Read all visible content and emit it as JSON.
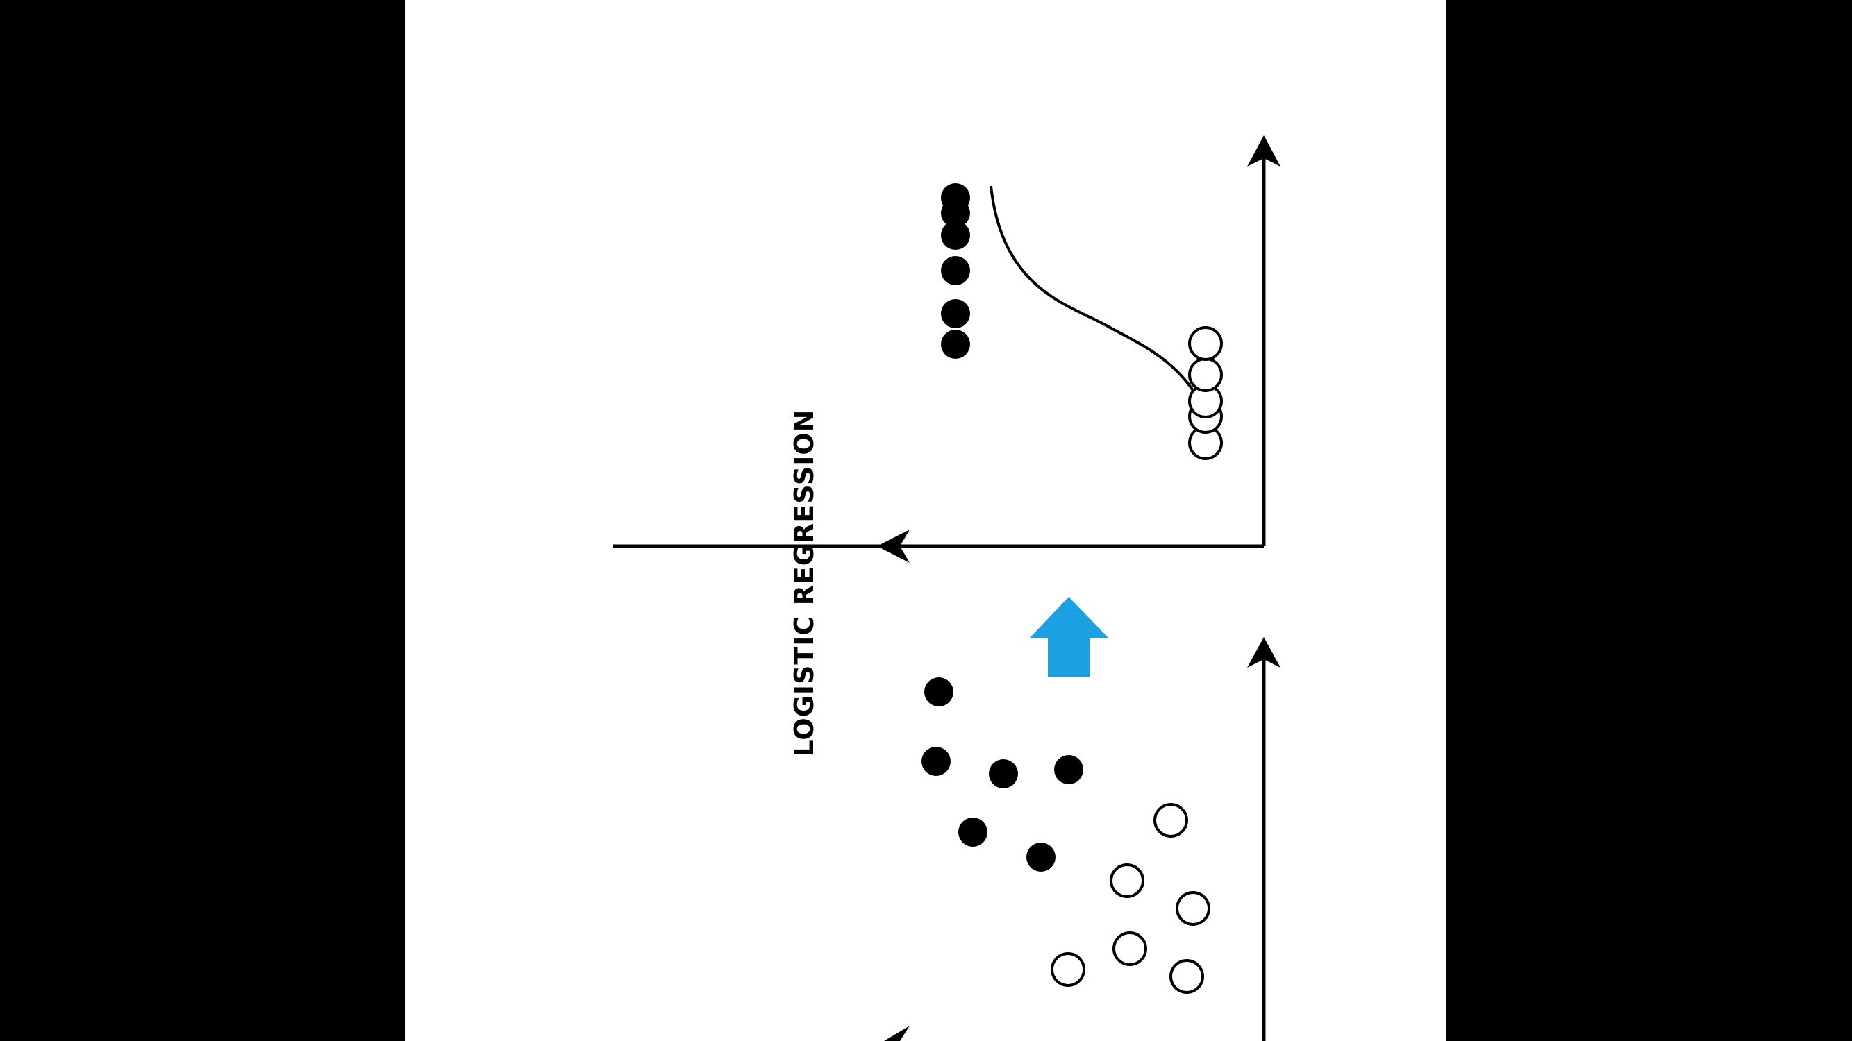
{
  "diagram": {
    "title": "LOGISTIC REGRESSION",
    "colors": {
      "background_sides": "#000000",
      "panel": "#ffffff",
      "ink": "#000000",
      "arrow_accent": "#1ba1e2",
      "open_marker_fill": "#ffffff"
    },
    "icons": {
      "transition_arrow": "arrow-up-icon",
      "filled_marker": "filled-circle",
      "open_marker": "open-circle"
    },
    "top_plot": {
      "description_markers": {
        "filled_count": 6,
        "open_count": 5
      }
    },
    "bottom_plot": {
      "description_markers": {
        "filled_count": 6,
        "open_count": 6
      }
    }
  }
}
